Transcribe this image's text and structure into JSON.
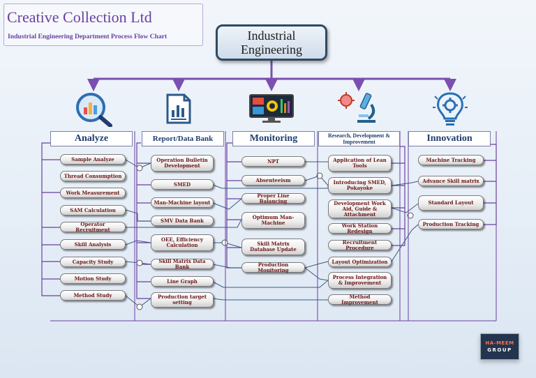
{
  "company": {
    "name": "Creative Collection Ltd",
    "subtitle": "Industrial Engineering Department Process Flow Chart"
  },
  "root": {
    "line1": "Industrial",
    "line2": "Engineering"
  },
  "columns": [
    {
      "header": "Analyze",
      "icon": "magnifier-chart-icon",
      "items": [
        "Sample Analyze",
        "Thread Consumption",
        "Work Measurement",
        "SAM Calculation",
        "Operator Recruitment",
        "Skill Analysis",
        "Capacity Study",
        "Motion Study",
        "Method Study"
      ]
    },
    {
      "header": "Report/Data Bank",
      "icon": "report-document-icon",
      "items": [
        "Operation Bulletin Development",
        "SMED",
        "Man-Machine layout",
        "SMV Data Bank",
        "OEE, Efficiency Calculation",
        "Skill Matrix Data Bank",
        "Line Graph",
        "Production target setting"
      ]
    },
    {
      "header": "Monitoring",
      "icon": "monitor-dashboard-icon",
      "items": [
        "NPT",
        "Absenteeism",
        "Proper Line Balancing",
        "Optimum Man-Machine",
        "Skill Matrix Database Update",
        "Production Monitoring"
      ]
    },
    {
      "header": "Research, Development & Improvement",
      "icon": "microscope-virus-icon",
      "items": [
        "Application of Lean Tools",
        "Introducing SMED, Pokayoke",
        "Development Work Aid, Guide & Attachment",
        "Work Station Redesign",
        "Recruitment Procedure",
        "Layout Optimization",
        "Process Integration & Improvement",
        "Method Improvement"
      ]
    },
    {
      "header": "Innovation",
      "icon": "lightbulb-gear-icon",
      "items": [
        "Machine Tracking",
        "Advance Skill matrix",
        "Standard Layout",
        "Production Tracking"
      ]
    }
  ],
  "logo": {
    "line1": "HA-MEEM",
    "line2": "GROUP"
  },
  "colors": {
    "connector": "#7a4fb0",
    "accent": "#6a3fa0",
    "item_text": "#6b1616",
    "header_text": "#1f3d6e"
  }
}
